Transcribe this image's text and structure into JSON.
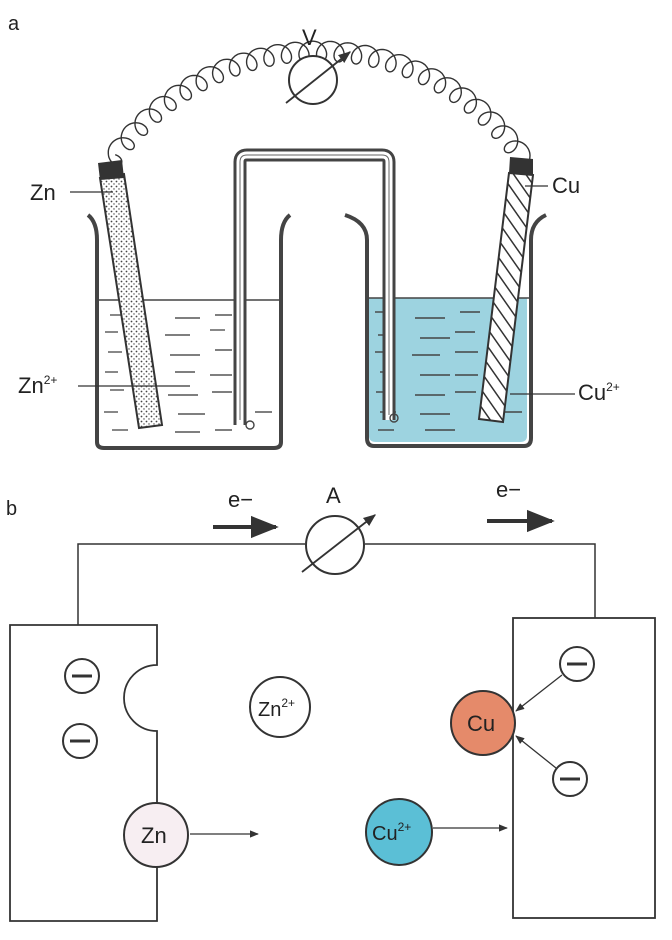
{
  "panel_a": {
    "letter": "a",
    "voltmeter_label": "V",
    "zn_electrode": "Zn",
    "cu_electrode": "Cu",
    "zn_ion": {
      "base": "Zn",
      "charge": "2+"
    },
    "cu_ion": {
      "base": "Cu",
      "charge": "2+"
    }
  },
  "panel_b": {
    "letter": "b",
    "ammeter_label": "A",
    "electron_left": "e−",
    "electron_right": "e−",
    "zn_atom": "Zn",
    "cu_atom": "Cu",
    "zn_ion": {
      "base": "Zn",
      "charge": "2+"
    },
    "cu_ion": {
      "base": "Cu",
      "charge": "2+"
    }
  },
  "colors": {
    "cu_solution": "#9dd3e0",
    "cu_atom_fill": "#e58a6a",
    "cu_ion_fill": "#5bbfd6",
    "zn_atom_fill": "#f7eef2",
    "ink": "#333333"
  }
}
